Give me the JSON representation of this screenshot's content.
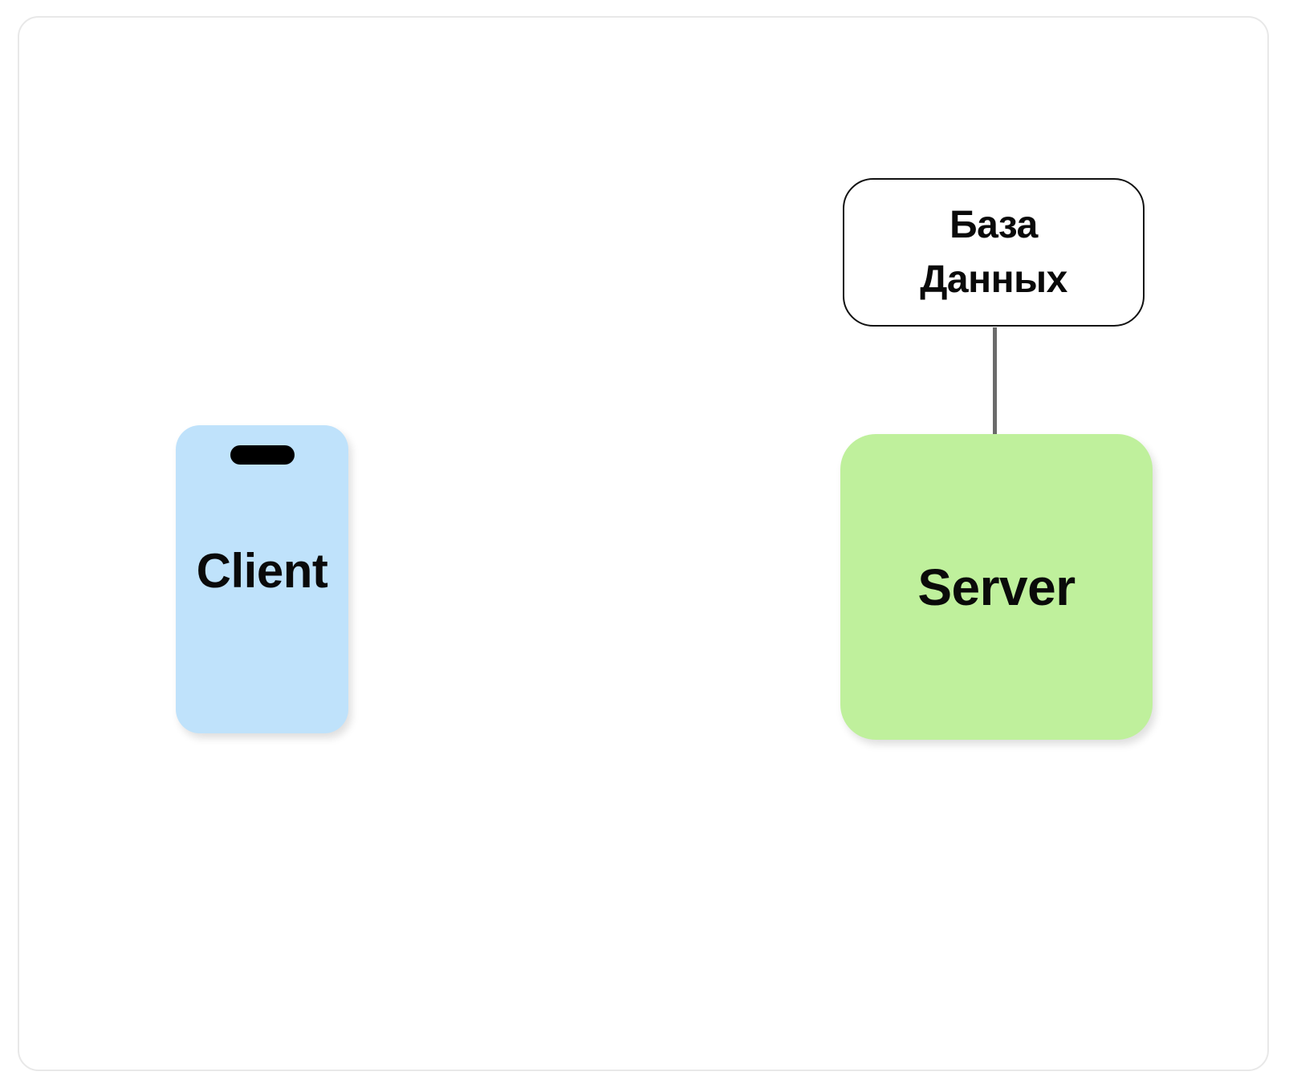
{
  "diagram": {
    "background_color": "#ffffff",
    "border_color": "#e8e8e8",
    "nodes": [
      {
        "id": "client",
        "label": "Client",
        "shape": "phone",
        "color": "#bfe2fb",
        "text_color": "#0a0a0a",
        "notch_color": "#000000"
      },
      {
        "id": "server",
        "label": "Server",
        "shape": "rounded-square",
        "color": "#bff09c",
        "text_color": "#0a0a0a"
      },
      {
        "id": "database",
        "label_line1": "База",
        "label_line2": "Данных",
        "shape": "rounded-rect-outline",
        "color": "#ffffff",
        "border_color": "#111111",
        "text_color": "#0a0a0a"
      }
    ],
    "edges": [
      {
        "id": "db-to-server",
        "from": "database",
        "to": "server",
        "color": "#6b6b6b",
        "style": "solid"
      }
    ]
  }
}
